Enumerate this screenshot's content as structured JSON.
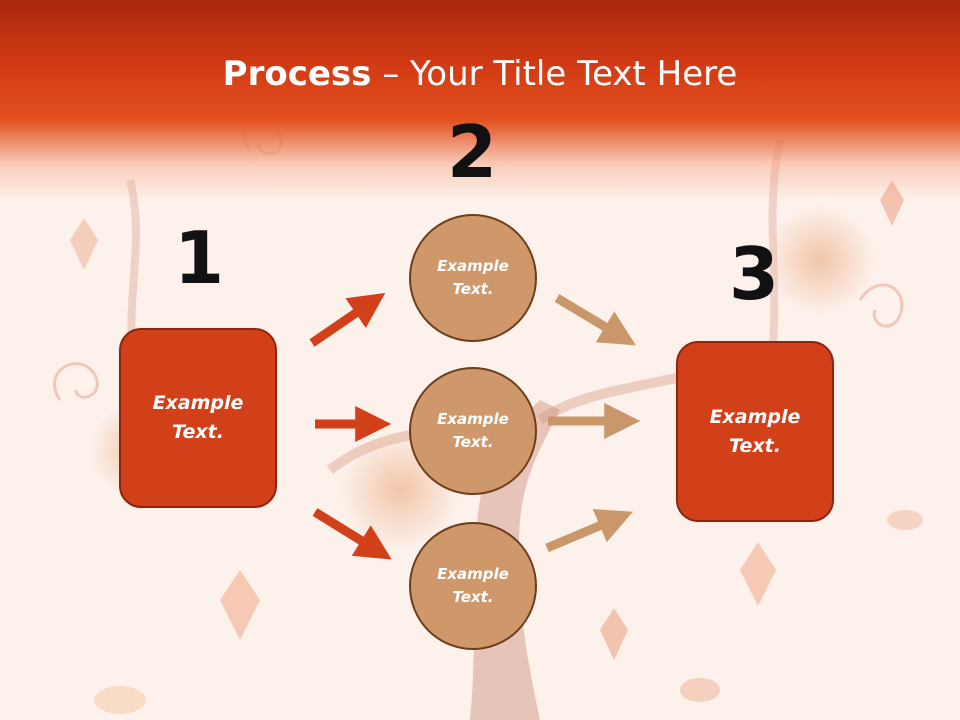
{
  "title": {
    "bold": "Process",
    "dash": " – ",
    "rest": "Your Title Text Here"
  },
  "steps": {
    "one": "1",
    "two": "2",
    "three": "3"
  },
  "nodes": {
    "left_box": "Example\nText.",
    "circle_top": "Example\nText.",
    "circle_middle": "Example\nText.",
    "circle_bottom": "Example\nText.",
    "right_box": "Example\nText."
  },
  "colors": {
    "header": "#d43c15",
    "box_fill": "#d2401a",
    "circle_fill": "#cf986a",
    "arrow_left": "#d2401a",
    "arrow_right": "#c9976a"
  },
  "decor": {
    "background_motif": "autumn-tree-with-leaves-and-butterflies"
  }
}
